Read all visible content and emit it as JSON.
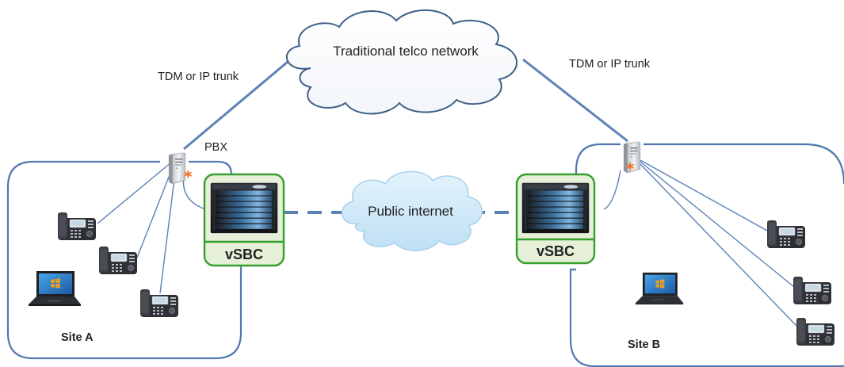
{
  "labels": {
    "cloud_telco": "Traditional telco network",
    "trunk_left": "TDM or IP trunk",
    "trunk_right": "TDM or IP trunk",
    "pbx": "PBX",
    "cloud_internet": "Public internet",
    "vsbc_left": "vSBC",
    "vsbc_right": "vSBC",
    "site_a": "Site A",
    "site_b": "Site B"
  },
  "colors": {
    "line": "#5b82b7",
    "site_border": "#4f7ab0",
    "cloud_stroke": "#3f5f87",
    "internet_cloud": "#cfe8f7",
    "vsbc_border": "#33a02c",
    "vsbc_fill": "#e6f0d8"
  },
  "icons": {
    "server": "pbx-server-icon",
    "phone": "desk-phone-icon",
    "laptop": "laptop-icon",
    "rack": "server-rack-icon"
  }
}
